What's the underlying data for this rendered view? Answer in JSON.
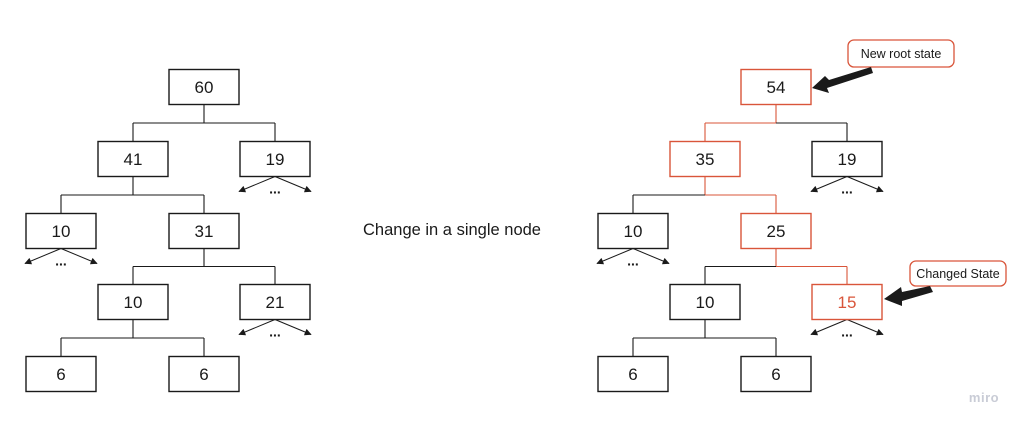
{
  "colors": {
    "normal": "#1a1a1a",
    "changed": "#d9553a",
    "background": "#ffffff"
  },
  "caption": "Change in a single node",
  "ellipsis": "...",
  "watermark": "miro",
  "left_tree": {
    "nodes": {
      "root": "60",
      "l1a": "41",
      "l1b": "19",
      "l2a": "10",
      "l2b": "31",
      "l3a": "10",
      "l3b": "21",
      "l4a": "6",
      "l4b": "6"
    }
  },
  "right_tree": {
    "nodes": {
      "root": "54",
      "l1a": "35",
      "l1b": "19",
      "l2a": "10",
      "l2b": "25",
      "l3a": "10",
      "l3b": "15",
      "l4a": "6",
      "l4b": "6"
    },
    "changed": [
      "root",
      "l1a",
      "l2b",
      "l3b"
    ]
  },
  "callouts": {
    "root": "New root state",
    "changed": "Changed State"
  }
}
